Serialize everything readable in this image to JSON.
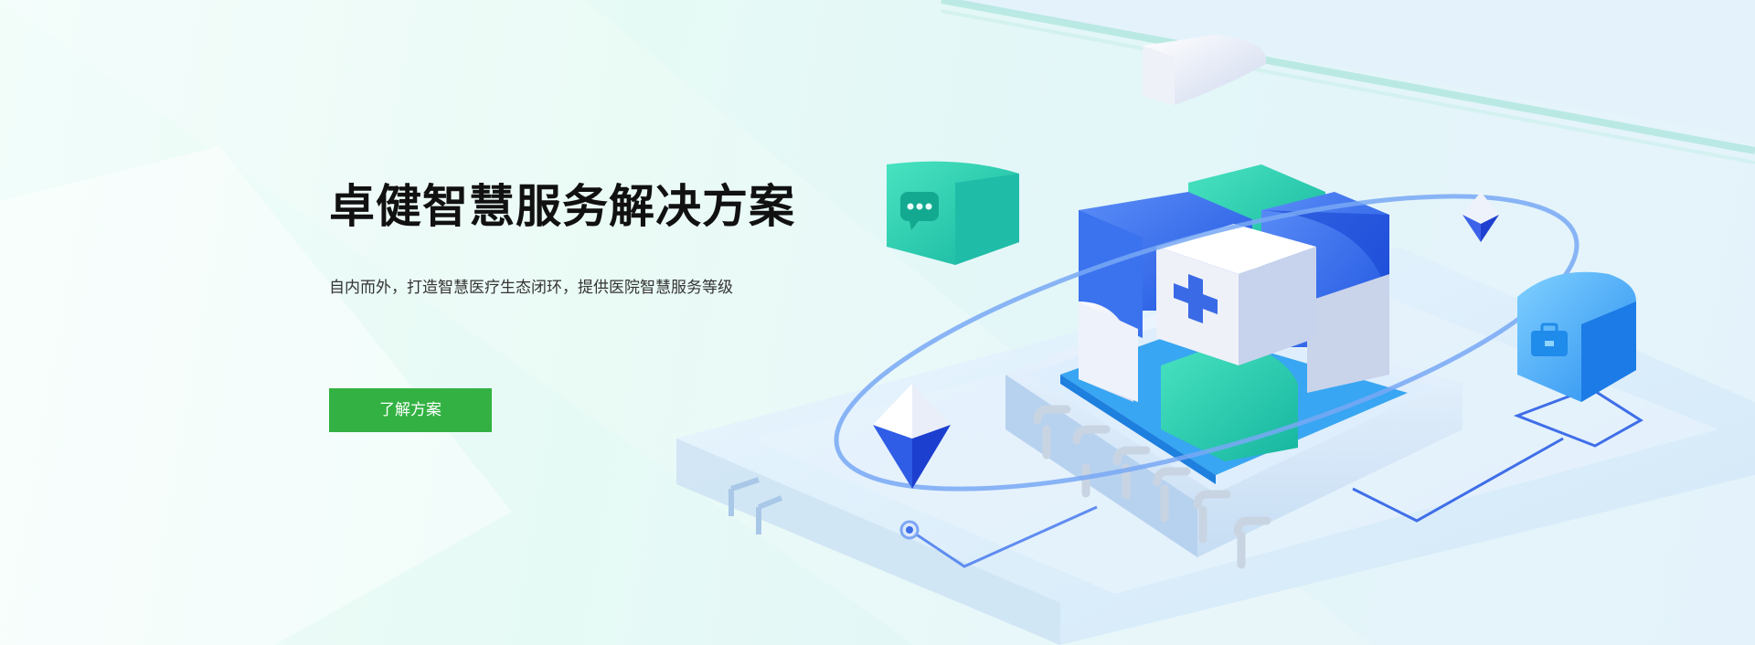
{
  "hero": {
    "title": "卓健智慧服务解决方案",
    "subtitle": "自内而外，打造智慧医疗生态闭环，提供医院智慧服务等级",
    "cta_label": "了解方案"
  },
  "colors": {
    "accent_green": "#33b243",
    "title_text": "#111111",
    "body_text": "#333333",
    "cube_blue": "#2f6ff0",
    "cube_teal": "#2fd6b0"
  },
  "illustration": {
    "icons": [
      "chat-bubble-icon",
      "medical-cross-icon",
      "briefcase-icon"
    ]
  }
}
